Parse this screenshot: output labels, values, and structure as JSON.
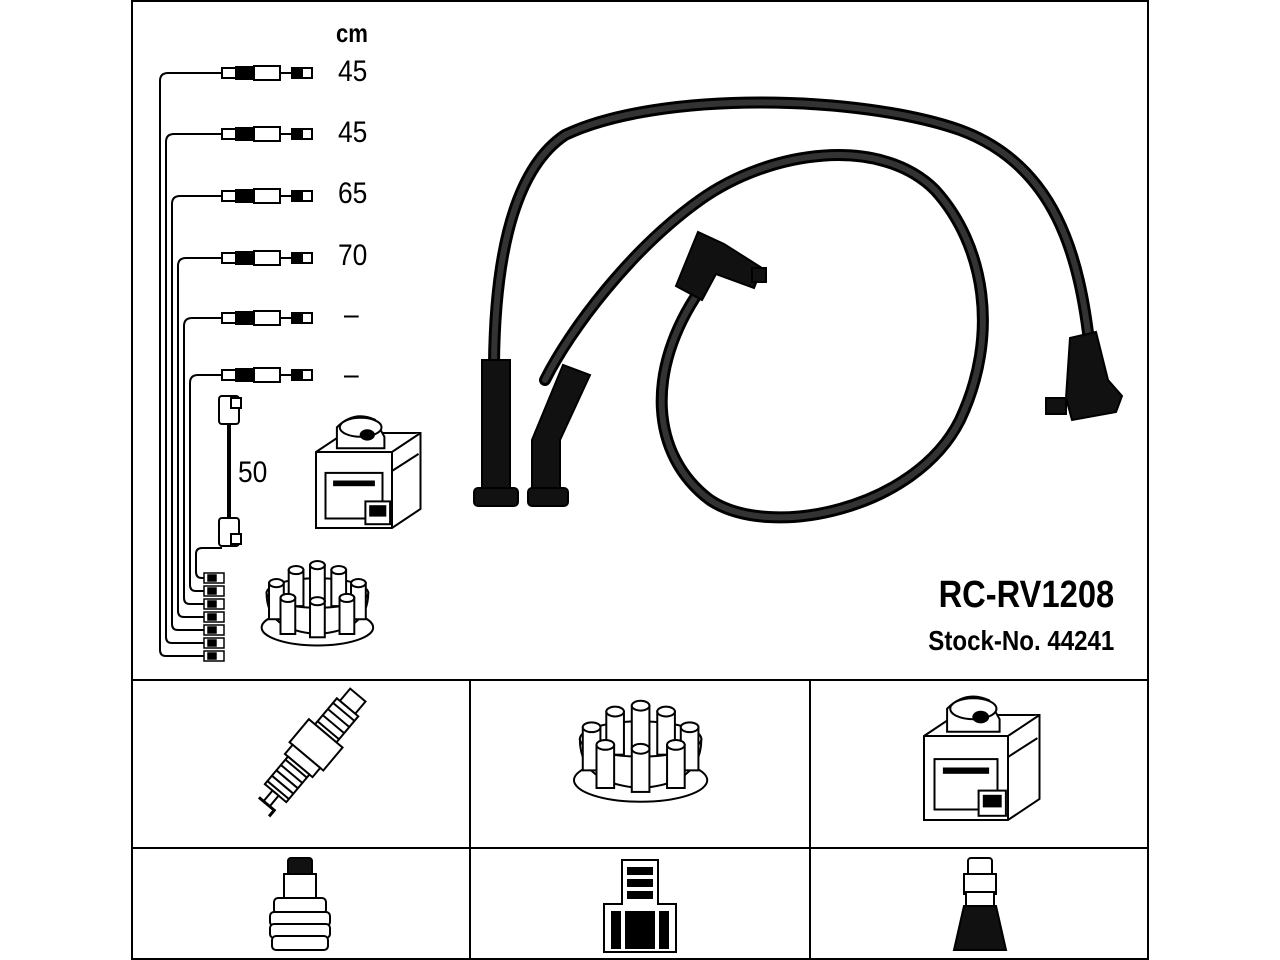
{
  "product": {
    "code": "RC-RV1208",
    "stock_number": "Stock-No. 44241"
  },
  "lengths": {
    "unit": "cm",
    "leads": [
      "45",
      "45",
      "65",
      "70",
      "–",
      "–"
    ],
    "coil_lead": "50"
  },
  "parts": [
    {
      "name": "spark-plug",
      "icon": "spark-plug-icon"
    },
    {
      "name": "distributor-cap",
      "icon": "distributor-cap-icon"
    },
    {
      "name": "ignition-coil",
      "icon": "ignition-coil-icon"
    }
  ],
  "connectors": [
    {
      "name": "spark-plug-connector",
      "icon": "plug-boot-icon"
    },
    {
      "name": "distributor-connector",
      "icon": "distributor-terminal-icon"
    },
    {
      "name": "coil-connector",
      "icon": "coil-boot-icon"
    }
  ],
  "colors": {
    "line": "#000000",
    "background": "#ffffff"
  }
}
